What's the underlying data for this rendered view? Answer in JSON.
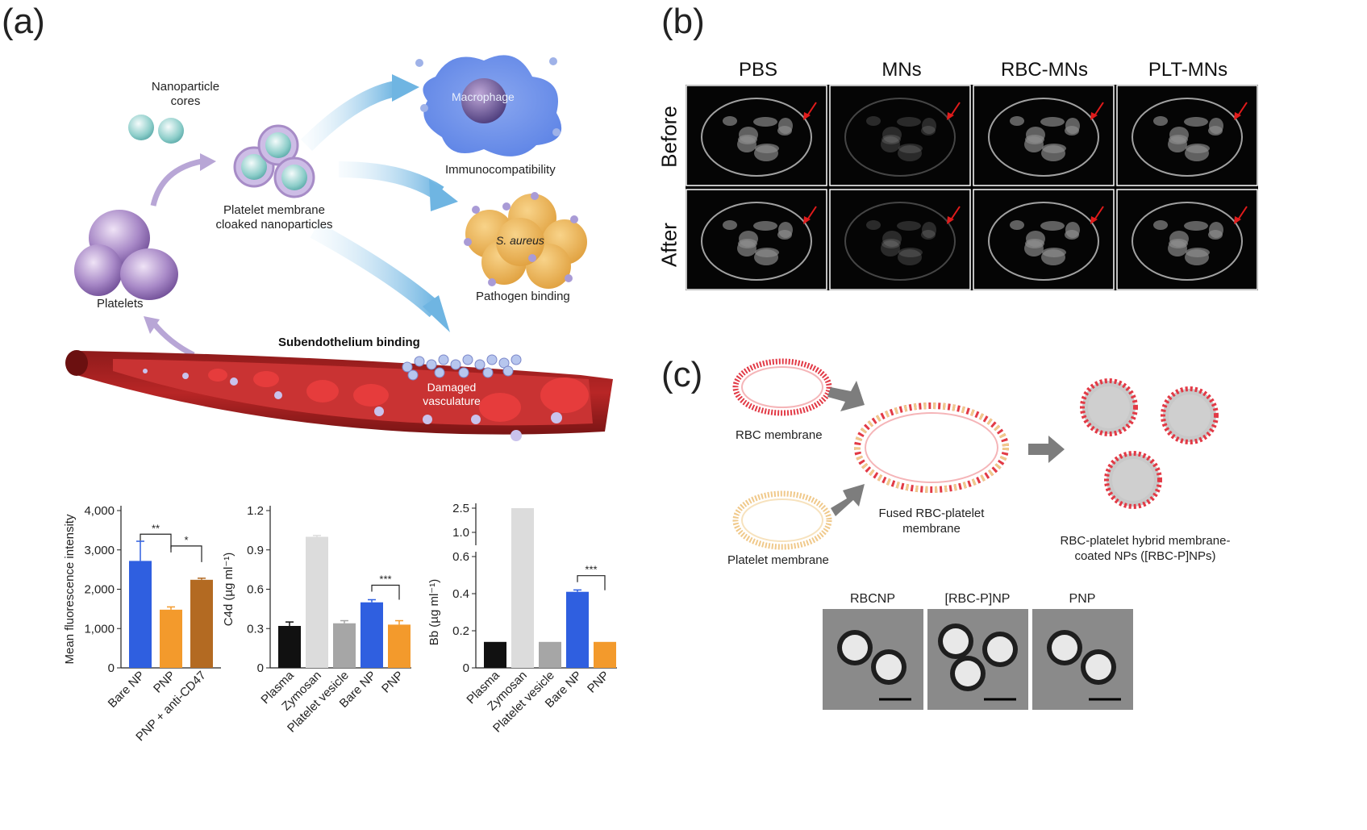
{
  "panels": {
    "a": {
      "label": "(a)",
      "schematic": {
        "nanoparticle_cores": "Nanoparticle\ncores",
        "cloaked": "Platelet membrane\ncloaked nanoparticles",
        "platelets": "Platelets",
        "macrophage": "Macrophage",
        "immuno": "Immunocompatibility",
        "saureus": "S. aureus",
        "pathogen": "Pathogen binding",
        "subendo": "Subendothelium binding",
        "damaged": "Damaged\nvasculature"
      }
    },
    "b": {
      "label": "(b)",
      "columns": [
        "PBS",
        "MNs",
        "RBC-MNs",
        "PLT-MNs"
      ],
      "rows": [
        "Before",
        "After"
      ]
    },
    "c": {
      "label": "(c)",
      "rbc_membrane": "RBC membrane",
      "platelet_membrane": "Platelet membrane",
      "fused": "Fused RBC-platelet\nmembrane",
      "hybrid": "RBC-platelet hybrid membrane-\ncoated NPs ([RBC-P]NPs)",
      "tem_labels": [
        "RBCNP",
        "[RBC-P]NP",
        "PNP"
      ]
    }
  },
  "chart_data": [
    {
      "type": "bar",
      "ylabel": "Mean fluorescence intensity",
      "categories": [
        "Bare NP",
        "PNP",
        "PNP + anti-CD47"
      ],
      "values": [
        2720,
        1480,
        2240
      ],
      "errors": [
        500,
        70,
        40
      ],
      "colors": [
        "#2f5fe0",
        "#f39a2c",
        "#b36a22"
      ],
      "ylim": [
        0,
        4000
      ],
      "yticks": [
        "0",
        "1,000",
        "2,000",
        "3,000",
        "4,000"
      ],
      "significance": [
        {
          "from": 0,
          "to": 1,
          "label": "**"
        },
        {
          "from": 1,
          "to": 2,
          "label": "*"
        }
      ]
    },
    {
      "type": "bar",
      "ylabel": "C4d (µg ml⁻¹)",
      "categories": [
        "Plasma",
        "Zymosan",
        "Platelet vesicle",
        "Bare NP",
        "PNP"
      ],
      "values": [
        0.32,
        1.0,
        0.34,
        0.5,
        0.33
      ],
      "errors": [
        0.03,
        0.01,
        0.02,
        0.02,
        0.03
      ],
      "colors": [
        "#111111",
        "#dcdcdc",
        "#a6a6a6",
        "#2f5fe0",
        "#f39a2c"
      ],
      "ylim": [
        0,
        1.2
      ],
      "yticks": [
        "0",
        "0.3",
        "0.6",
        "0.9",
        "1.2"
      ],
      "significance": [
        {
          "from": 3,
          "to": 4,
          "label": "***"
        }
      ]
    },
    {
      "type": "bar",
      "ylabel": "Bb (µg ml⁻¹)",
      "categories": [
        "Plasma",
        "Zymosan",
        "Platelet vesicle",
        "Bare NP",
        "PNP"
      ],
      "values": [
        0.14,
        2.4,
        0.14,
        0.41,
        0.14
      ],
      "errors": [
        0.0,
        0.0,
        0.0,
        0.01,
        0.0
      ],
      "colors": [
        "#111111",
        "#dcdcdc",
        "#a6a6a6",
        "#2f5fe0",
        "#f39a2c"
      ],
      "ylim": [
        0,
        0.6
      ],
      "yticks": [
        "0",
        "0.2",
        "0.4",
        "0.6"
      ],
      "broken_axis_ticks": [
        "1.0",
        "2.5"
      ],
      "significance": [
        {
          "from": 3,
          "to": 4,
          "label": "***"
        }
      ]
    }
  ]
}
